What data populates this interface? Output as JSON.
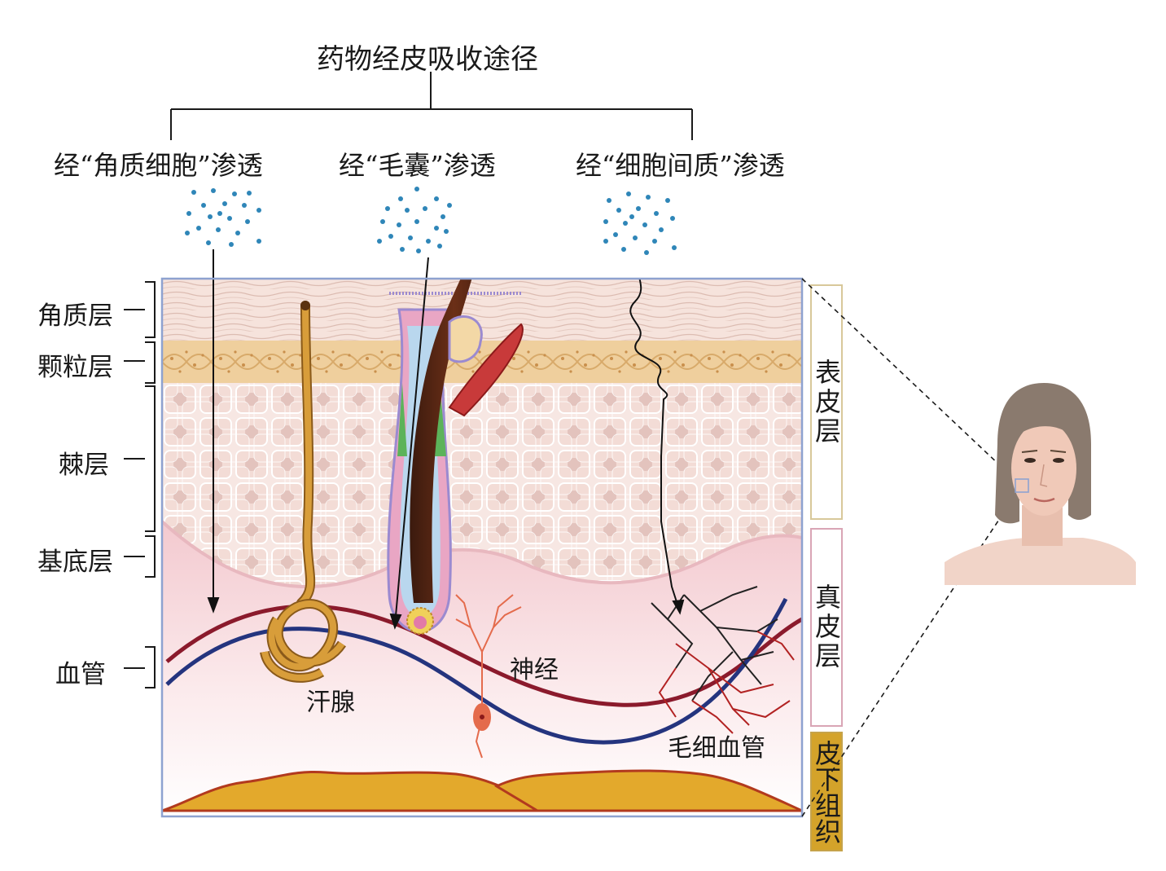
{
  "title": "药物经皮吸收途径",
  "routes": [
    {
      "label": "经“角质细胞”渗透"
    },
    {
      "label": "经“毛囊”渗透"
    },
    {
      "label": "经“细胞间质”渗透"
    }
  ],
  "left_layers": [
    {
      "label": "角质层"
    },
    {
      "label": "颗粒层"
    },
    {
      "label": "棘层"
    },
    {
      "label": "基底层"
    },
    {
      "label": "血管"
    }
  ],
  "structures": {
    "sweat_gland": "汗腺",
    "nerve": "神经",
    "capillary": "毛细血管"
  },
  "right_layers": {
    "epidermis": "表皮层",
    "dermis": "真皮层",
    "subcutis": "皮下组织"
  },
  "colors": {
    "drug_dots": "#2f86b8",
    "artery": "#8b1a2c",
    "vein": "#24347e",
    "fat": "#e3a92c",
    "epidermis_box": "#d8c89a",
    "dermis_box": "#d9a5b5",
    "subcutis_box": "#d4a32a"
  }
}
